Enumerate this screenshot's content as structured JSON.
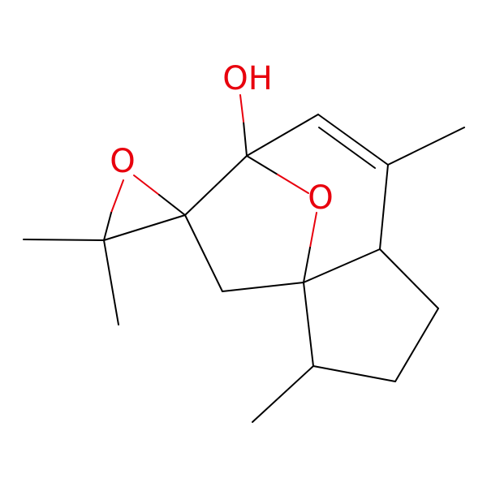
{
  "molecule": {
    "atoms": {
      "hydroxyl": "OH",
      "epoxide_oxygen": "O",
      "bridge_oxygen": "O"
    },
    "colors": {
      "bond": "#000000",
      "oxygen": "#e8000d",
      "background": "#ffffff"
    }
  }
}
